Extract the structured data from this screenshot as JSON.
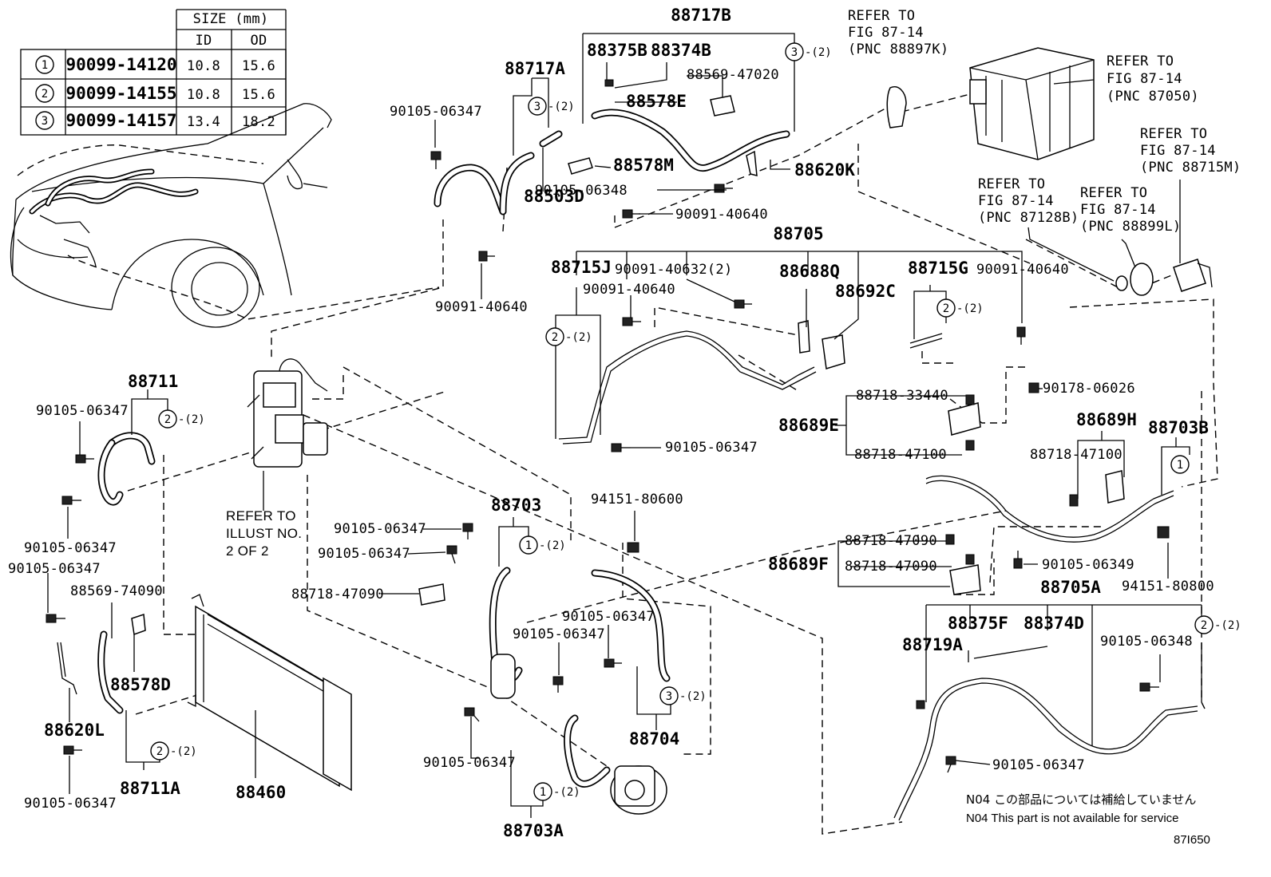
{
  "size_table": {
    "header_size": "SIZE (mm)",
    "header_id": "ID",
    "header_od": "OD",
    "rows": [
      {
        "mark": "1",
        "part": "90099-14120",
        "id": "10.8",
        "od": "15.6"
      },
      {
        "mark": "2",
        "part": "90099-14155",
        "id": "10.8",
        "od": "15.6"
      },
      {
        "mark": "3",
        "part": "90099-14157",
        "id": "13.4",
        "od": "18.2"
      }
    ]
  },
  "labels": {
    "p88717B": "88717B",
    "p88375B": "88375B",
    "p88374B": "88374B",
    "p88569_47020": "88569-47020",
    "p88578E": "88578E",
    "p88578M": "88578M",
    "p88620K": "88620K",
    "p88717A": "88717A",
    "p88503D": "88503D",
    "p90105_06347_a": "90105-06347",
    "p90105_06348_a": "90105-06348",
    "p90091_40640_a": "90091-40640",
    "p90091_40640_b": "90091-40640",
    "p88705": "88705",
    "p88715J": "88715J",
    "p90091_40632": "90091-40632(2)",
    "p88688Q": "88688Q",
    "p88692C": "88692C",
    "p88715G": "88715G",
    "p90091_40640_c": "90091-40640",
    "p90091_40640_d": "90091-40640",
    "p90105_06347_b": "90105-06347",
    "p88711": "88711",
    "p90105_06347_c": "90105-06347",
    "p90105_06347_d": "90105-06347",
    "p90105_06347_e": "90105-06347",
    "p88569_74090": "88569-74090",
    "p88578D": "88578D",
    "p88620L": "88620L",
    "p90105_06347_f": "90105-06347",
    "p88711A": "88711A",
    "p88460": "88460",
    "p88703": "88703",
    "p90105_06347_g": "90105-06347",
    "p90105_06347_h": "90105-06347",
    "p88718_47090_a": "88718-47090",
    "p94151_80600": "94151-80600",
    "p90105_06347_i": "90105-06347",
    "p90105_06347_j": "90105-06347",
    "p88704": "88704",
    "p90105_06347_k": "90105-06347",
    "p88703A": "88703A",
    "p88718_33440": "88718-33440",
    "p88689E": "88689E",
    "p88718_47100_a": "88718-47100",
    "p90178_06026": "90178-06026",
    "p88689H": "88689H",
    "p88718_47100_b": "88718-47100",
    "p88703B": "88703B",
    "p88718_47090_b": "88718-47090",
    "p88689F": "88689F",
    "p88718_47090_c": "88718-47090",
    "p90105_06349": "90105-06349",
    "p94151_80800": "94151-80800",
    "p88705A": "88705A",
    "p88375F": "88375F",
    "p88374D": "88374D",
    "p88719A": "88719A",
    "p90105_06348_b": "90105-06348",
    "p90105_06347_l": "90105-06347",
    "qty2": "-(2)"
  },
  "refers": {
    "r1": [
      "REFER TO",
      "FIG 87-14",
      "(PNC 88897K)"
    ],
    "r2": [
      "REFER TO",
      "FIG 87-14",
      "(PNC 87050)"
    ],
    "r3": [
      "REFER TO",
      "FIG 87-14",
      "(PNC 88715M)"
    ],
    "r4": [
      "REFER TO",
      "FIG 87-14",
      "(PNC 87128B)"
    ],
    "r5": [
      "REFER TO",
      "FIG 87-14",
      "(PNC 88899L)"
    ],
    "r6": [
      "REFER TO",
      "ILLUST NO.",
      "2 OF 2"
    ]
  },
  "notes": {
    "jp": "N04 この部品については補給していません",
    "en": "N04 This part is not available for service",
    "code": "87I650"
  }
}
